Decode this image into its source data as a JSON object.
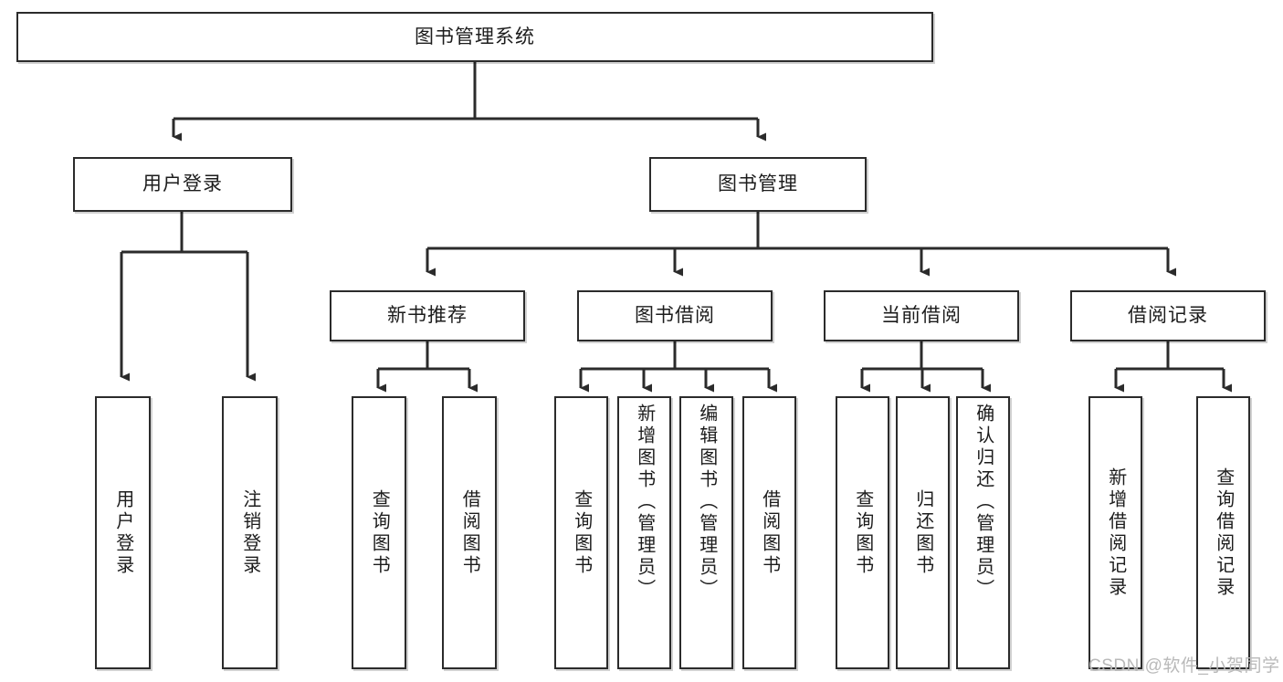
{
  "diagram": {
    "type": "tree-hierarchy",
    "title": "图书管理系统",
    "stroke_color": "#2b2b2b",
    "fill_color": "#ffffff",
    "text_color": "#1c1c1c",
    "levels": [
      {
        "level": 1,
        "nodes": [
          {
            "id": "root",
            "label": "图书管理系统",
            "orientation": "horizontal"
          }
        ]
      },
      {
        "level": 2,
        "nodes": [
          {
            "id": "login",
            "label": "用户登录",
            "orientation": "horizontal",
            "parent": "root"
          },
          {
            "id": "bookmgmt",
            "label": "图书管理",
            "orientation": "horizontal",
            "parent": "root"
          }
        ]
      },
      {
        "level": 3,
        "nodes": [
          {
            "id": "newbook",
            "label": "新书推荐",
            "orientation": "horizontal",
            "parent": "bookmgmt"
          },
          {
            "id": "borrow",
            "label": "图书借阅",
            "orientation": "horizontal",
            "parent": "bookmgmt"
          },
          {
            "id": "current",
            "label": "当前借阅",
            "orientation": "horizontal",
            "parent": "bookmgmt"
          },
          {
            "id": "records",
            "label": "借阅记录",
            "orientation": "horizontal",
            "parent": "bookmgmt"
          }
        ]
      },
      {
        "level": 4,
        "nodes": [
          {
            "id": "leaf1",
            "label": "用户登录",
            "orientation": "vertical",
            "parent": "login",
            "align": "center"
          },
          {
            "id": "leaf2",
            "label": "注销登录",
            "orientation": "vertical",
            "parent": "login",
            "align": "center"
          },
          {
            "id": "leaf3",
            "label": "查询图书",
            "orientation": "vertical",
            "parent": "newbook",
            "align": "center"
          },
          {
            "id": "leaf4",
            "label": "借阅图书",
            "orientation": "vertical",
            "parent": "newbook",
            "align": "center"
          },
          {
            "id": "leaf5",
            "label": "查询图书",
            "orientation": "vertical",
            "parent": "borrow",
            "align": "center"
          },
          {
            "id": "leaf6",
            "label": "新增图书（管理员）",
            "orientation": "vertical",
            "parent": "borrow",
            "align": "top"
          },
          {
            "id": "leaf7",
            "label": "编辑图书（管理员）",
            "orientation": "vertical",
            "parent": "borrow",
            "align": "top"
          },
          {
            "id": "leaf8",
            "label": "借阅图书",
            "orientation": "vertical",
            "parent": "borrow",
            "align": "center"
          },
          {
            "id": "leaf9",
            "label": "查询图书",
            "orientation": "vertical",
            "parent": "current",
            "align": "center"
          },
          {
            "id": "leaf10",
            "label": "归还图书",
            "orientation": "vertical",
            "parent": "current",
            "align": "center"
          },
          {
            "id": "leaf11",
            "label": "确认归还（管理员）",
            "orientation": "vertical",
            "parent": "current",
            "align": "top"
          },
          {
            "id": "leaf12",
            "label": "新增借阅记录",
            "orientation": "vertical",
            "parent": "records",
            "align": "center"
          },
          {
            "id": "leaf13",
            "label": "查询借阅记录",
            "orientation": "vertical",
            "parent": "records",
            "align": "center"
          }
        ]
      }
    ]
  },
  "watermark": {
    "text": "CSDN @软件_小贺同学"
  }
}
